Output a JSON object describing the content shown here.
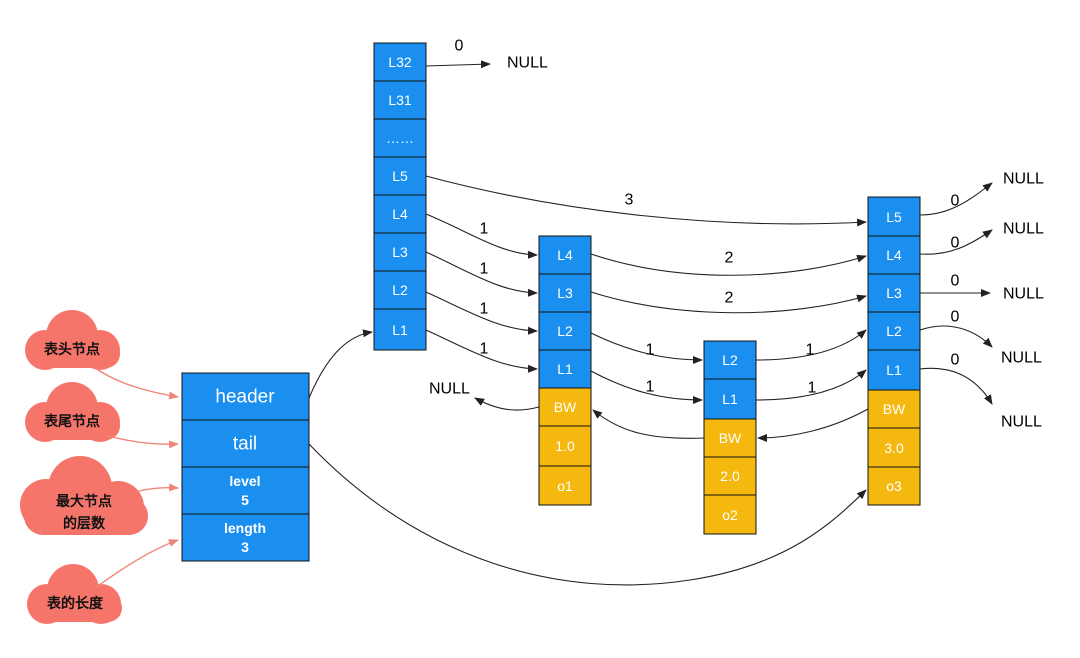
{
  "colors": {
    "level": "#1a8ff0",
    "object": "#f5b80f",
    "note": "#f5756b",
    "note_edge": "#f2857a"
  },
  "header_node": {
    "header": "header",
    "tail": "tail",
    "level_label": "level",
    "level_value": "5",
    "length_label": "length",
    "length_value": "3"
  },
  "annotations": {
    "a1": "表头节点",
    "a2": "表尾节点",
    "a3_line1": "最大节点",
    "a3_line2": "的层数",
    "a4": "表的长度"
  },
  "head_levels": [
    "L32",
    "L31",
    "……",
    "L5",
    "L4",
    "L3",
    "L2",
    "L1"
  ],
  "node1": {
    "levels": [
      "L4",
      "L3",
      "L2",
      "L1"
    ],
    "backward": "BW",
    "score": "1.0",
    "member": "o1"
  },
  "node2": {
    "levels": [
      "L2",
      "L1"
    ],
    "backward": "BW",
    "score": "2.0",
    "member": "o2"
  },
  "node3": {
    "levels": [
      "L5",
      "L4",
      "L3",
      "L2",
      "L1"
    ],
    "backward": "BW",
    "score": "3.0",
    "member": "o3"
  },
  "null_text": "NULL",
  "spans": {
    "head_l32": "0",
    "head_l5": "3",
    "head_l4": "1",
    "head_l3": "1",
    "head_l2": "1",
    "head_l1": "1",
    "n1_l4": "2",
    "n1_l3": "2",
    "n1_l2": "1",
    "n1_l1": "1",
    "n2_l2": "1",
    "n2_l1": "1",
    "n3_l5": "0",
    "n3_l4": "0",
    "n3_l3": "0",
    "n3_l2": "0",
    "n3_l1": "0"
  }
}
